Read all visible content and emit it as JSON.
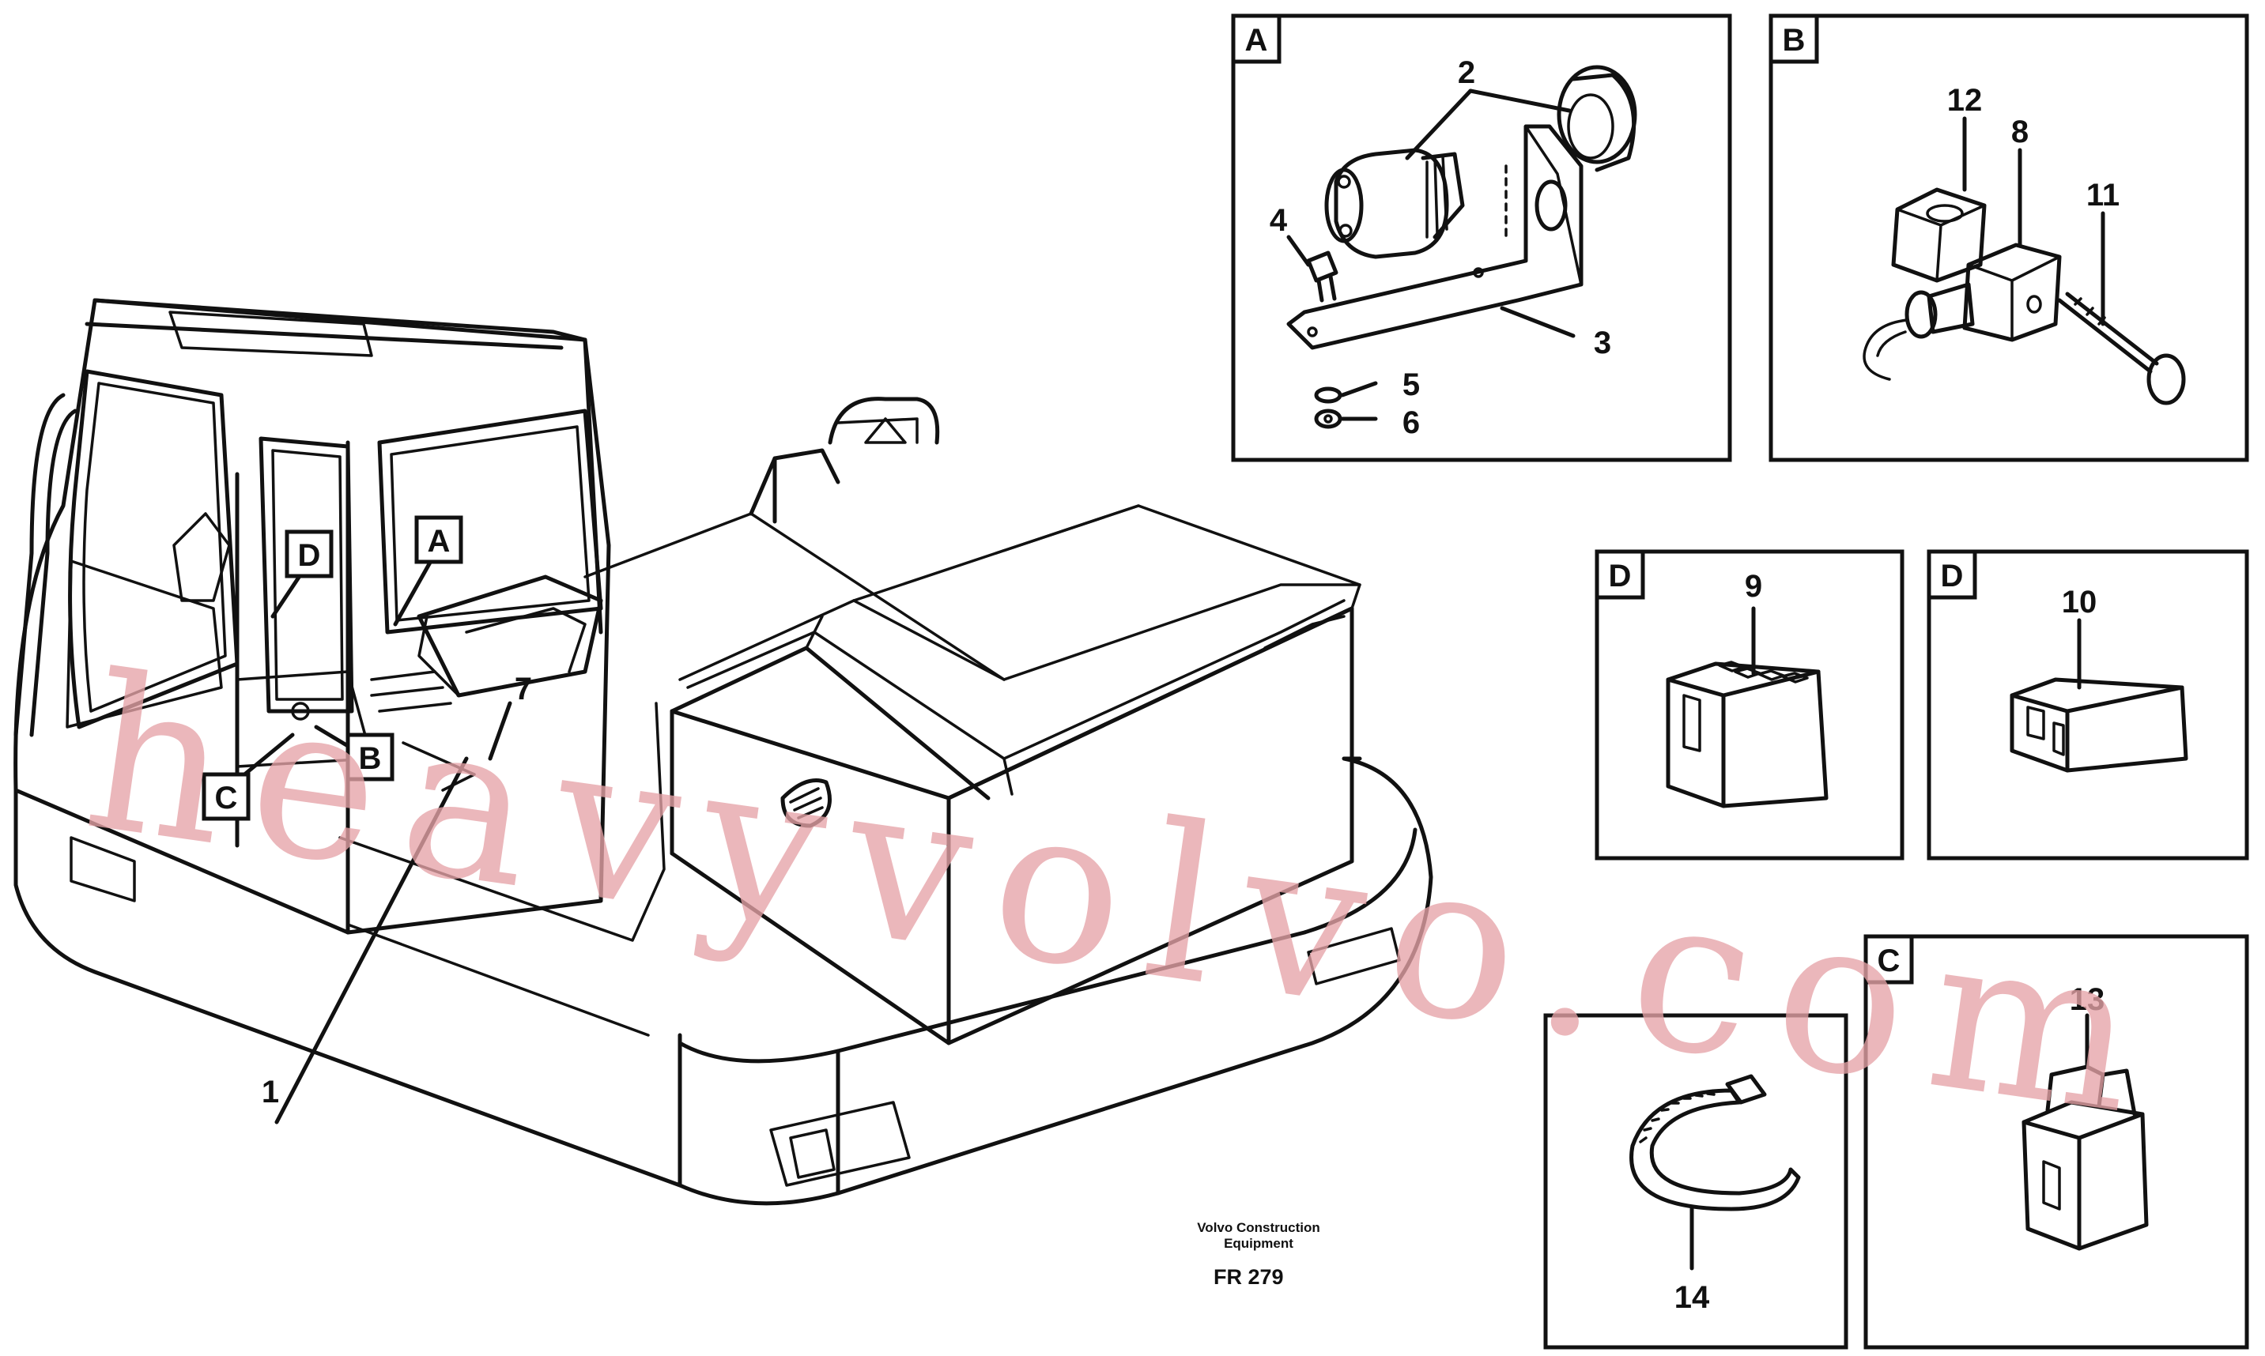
{
  "main_view": {
    "callouts": [
      "A",
      "D",
      "B",
      "C"
    ],
    "part_numbers": [
      "7",
      "1"
    ]
  },
  "panels": [
    {
      "letter": "A",
      "part_numbers": [
        "2",
        "4",
        "3",
        "5",
        "6"
      ]
    },
    {
      "letter": "B",
      "part_numbers": [
        "12",
        "8",
        "11"
      ]
    },
    {
      "letter": "D",
      "part_numbers": [
        "9"
      ]
    },
    {
      "letter": "D",
      "part_numbers": [
        "10"
      ]
    },
    {
      "letter": "",
      "part_numbers": [
        "14"
      ]
    },
    {
      "letter": "C",
      "part_numbers": [
        "13"
      ]
    }
  ],
  "footer": {
    "brand_line1": "Volvo Construction",
    "brand_line2": "Equipment",
    "figure_code": "FR 279"
  },
  "watermark": "heavyvolvo.com"
}
